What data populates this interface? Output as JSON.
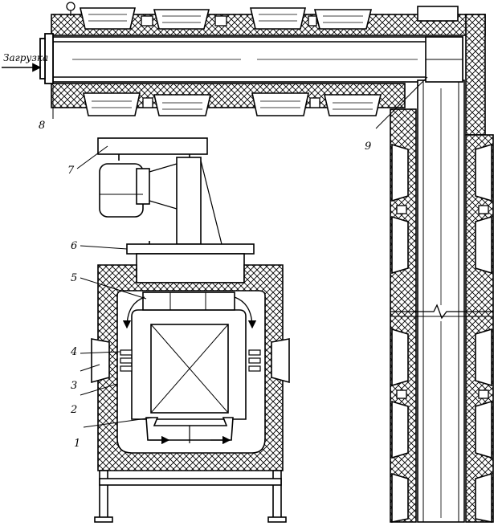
{
  "diagram": {
    "load_label": "Загрузка",
    "callouts": [
      {
        "id": "1",
        "text": "1"
      },
      {
        "id": "2",
        "text": "2"
      },
      {
        "id": "3",
        "text": "3"
      },
      {
        "id": "4",
        "text": "4"
      },
      {
        "id": "5",
        "text": "5"
      },
      {
        "id": "6",
        "text": "6"
      },
      {
        "id": "7",
        "text": "7"
      },
      {
        "id": "8",
        "text": "8"
      },
      {
        "id": "9",
        "text": "9"
      }
    ],
    "colors": {
      "line": "#000000",
      "paper": "#ffffff",
      "hatch": "#000000"
    }
  }
}
